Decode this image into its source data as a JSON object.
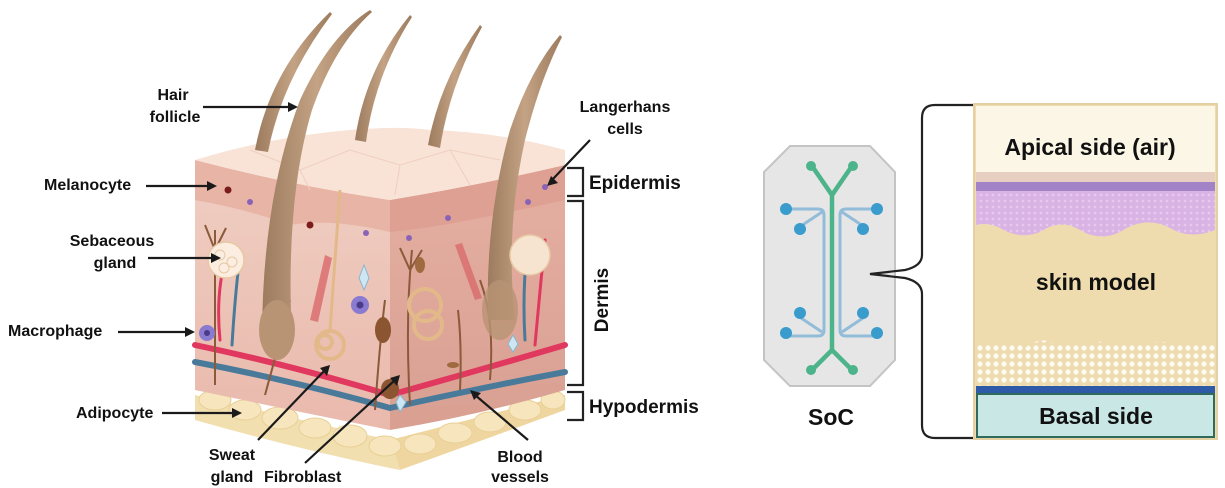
{
  "figure": {
    "left_panel": {
      "subject": "Skin cross-section",
      "labels": {
        "hair_follicle": [
          "Hair",
          "follicle"
        ],
        "melanocyte": "Melanocyte",
        "sebaceous_gland": [
          "Sebaceous",
          "gland"
        ],
        "macrophage": "Macrophage",
        "adipocyte": "Adipocyte",
        "sweat_gland": [
          "Sweat",
          "gland"
        ],
        "fibroblast": "Fibroblast",
        "blood_vessels": [
          "Blood",
          "vessels"
        ],
        "langerhans_cells": [
          "Langerhans",
          "cells"
        ]
      },
      "layers": {
        "epidermis": "Epidermis",
        "dermis": "Dermis",
        "hypodermis": "Hypodermis"
      }
    },
    "right_panel": {
      "chip_label": "SoC",
      "model_layers": {
        "apical": "Apical side (air)",
        "skin_model": "skin model",
        "basal": "Basal side"
      }
    },
    "colors": {
      "epidermis_top": "#f6dccd",
      "dermis": "#ecc1b4",
      "dermis_side": "#dba596",
      "hypodermis": "#f2dfb0",
      "hair": "#b89474",
      "artery": "#e0385f",
      "vein": "#4a7a9a",
      "nerve": "#8a5a3a",
      "cell_purple": "#8a63b8",
      "melanocyte": "#7a1c1c",
      "chip_body": "#e6e6e6",
      "chip_green": "#4cb38a",
      "chip_blue": "#3a9ccc",
      "chip_blue_channel": "#93bcd8",
      "apical": "#fbf6e6",
      "stratum": "#c9a2d8",
      "stratum_band": "#a383c8",
      "dermal_model": "#efdcae",
      "porous": "#f6ecd2",
      "membrane": "#2f5aa8",
      "basal": "#c9e7e4",
      "basal_border": "#2f6b5a"
    }
  }
}
